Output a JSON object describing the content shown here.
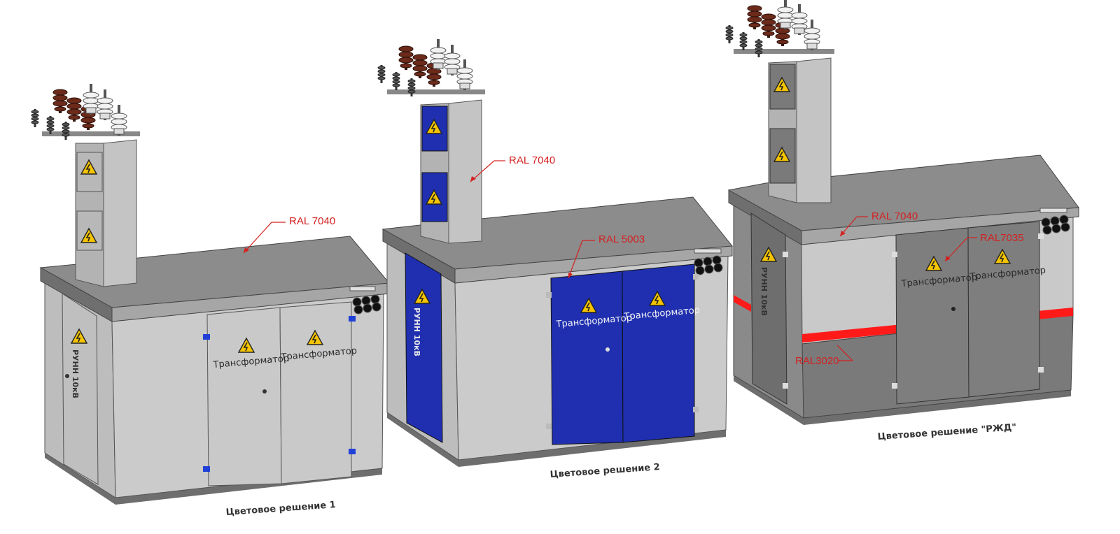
{
  "door_label": "Трансформатор",
  "side_label": "РУНН 10кВ",
  "units": [
    {
      "caption": "Цветовое решение 1",
      "ral_top": "RAL 7040"
    },
    {
      "caption": "Цветовое решение 2",
      "ral_top": "RAL 7040",
      "ral_door": "RAL 5003"
    },
    {
      "caption": "Цветовое решение \"РЖД\"",
      "ral_top": "RAL 7040",
      "ral_door": "RAL7035",
      "ral_stripe": "RAL3020"
    }
  ],
  "colors": {
    "callout": "#d42020",
    "roof": "#8c8c8c",
    "body_light": "#c9c9c9",
    "body_dark": "#7a7a7a",
    "door_blue": "#1f2fb0",
    "stripe_red": "#ff1a1a",
    "warning": "#f5c400",
    "insulator_brown": "#6b2a1a"
  }
}
